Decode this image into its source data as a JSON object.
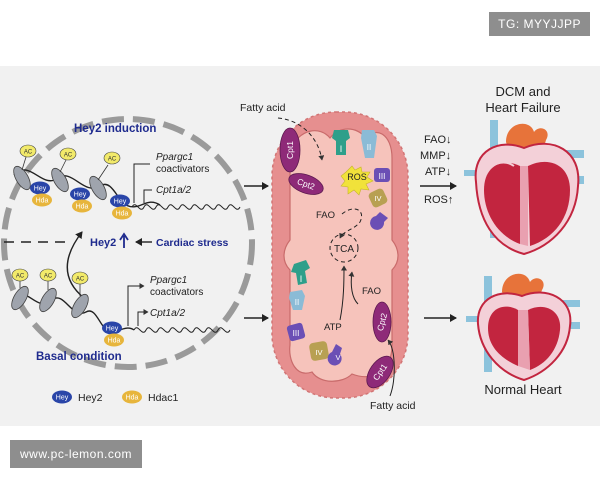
{
  "watermarks": {
    "top": "TG: MYYJJPP",
    "bottom": "www.pc-lemon.com"
  },
  "nucleus": {
    "top_title": "Hey2 induction",
    "bottom_title": "Basal condition",
    "hey2_label": "Hey2",
    "cardiac_stress": "Cardiac stress",
    "ac_label": "AC",
    "hey_label": "Hey",
    "hda_label": "Hda",
    "gene1": "Ppargc1",
    "coactivators": "coactivators",
    "gene2": "Cpt1a/2"
  },
  "legend": {
    "hey_name": "Hey2",
    "hda_name": "Hdac1"
  },
  "mito": {
    "fatty_acid_top": "Fatty acid",
    "fatty_acid_bottom": "Fatty acid",
    "cpt1": "Cpt1",
    "cpt2": "Cpt2",
    "ros": "ROS",
    "fao": "FAO",
    "tca": "TCA",
    "atp": "ATP",
    "complexes": [
      "I",
      "II",
      "III",
      "IV",
      "V"
    ]
  },
  "outcome": {
    "dcm_line1": "DCM and",
    "dcm_line2": "Heart Failure",
    "effects": [
      "FAO↓",
      "MMP↓",
      "ATP↓",
      "ROS↑"
    ],
    "normal": "Normal Heart"
  },
  "colors": {
    "navy": "#1f2b8e",
    "hey_blue": "#2a45a8",
    "hda_gold": "#e7b53c",
    "ac_yellow": "#f2ea6a",
    "mito_outer": "#e68f8f",
    "mito_inner": "#f6c3bb",
    "cpt_purple": "#8e2a78",
    "complex_green": "#2e9f8a",
    "complex_blue": "#8bbbd6",
    "complex_purple": "#6b4fb5",
    "complex_olive": "#b8a052",
    "ros_yellow": "#f1e23a",
    "heart_red": "#c2253f",
    "aorta_orange": "#e7733a",
    "vessel_blue": "#8cc3dc"
  }
}
